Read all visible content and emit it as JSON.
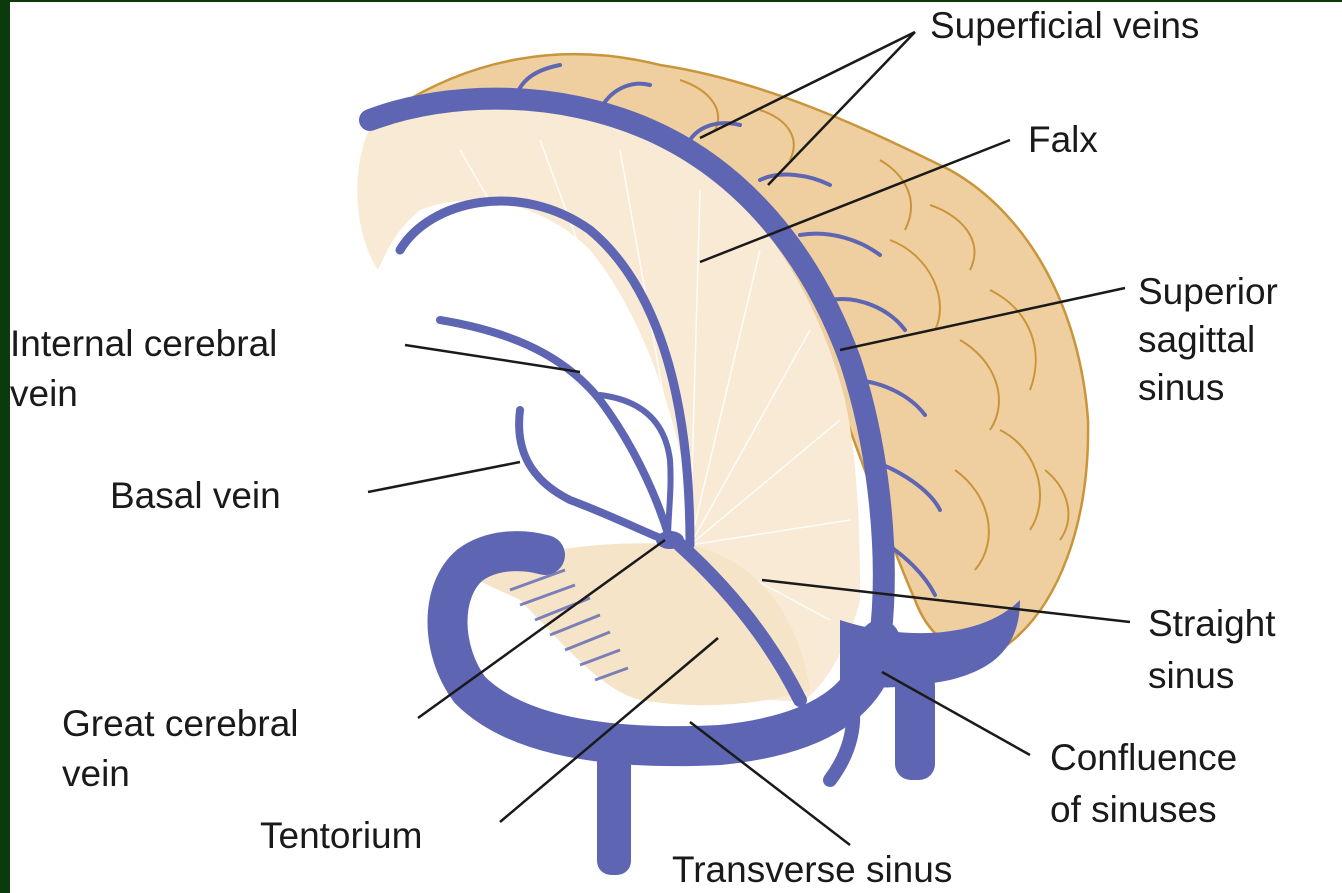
{
  "colors": {
    "frame": "#0b3a0b",
    "background": "#ffffff",
    "vein": "#5e66b3",
    "vein_light": "#9aa0d6",
    "brain": "#efcf9f",
    "brain_outline": "#c9953a",
    "falx": "#f8ead4"
  },
  "labels": {
    "superficial_veins": "Superficial veins",
    "falx": "Falx",
    "superior_sagittal_sinus": [
      "Superior",
      "sagittal",
      "sinus"
    ],
    "internal_cerebral_vein": [
      "Internal cerebral",
      "vein"
    ],
    "basal_vein": "Basal vein",
    "straight_sinus": [
      "Straight",
      "sinus"
    ],
    "great_cerebral_vein": [
      "Great cerebral",
      "vein"
    ],
    "confluence_of_sinuses": [
      "Confluence",
      "of sinuses"
    ],
    "tentorium": "Tentorium",
    "transverse_sinus": "Transverse sinus"
  }
}
